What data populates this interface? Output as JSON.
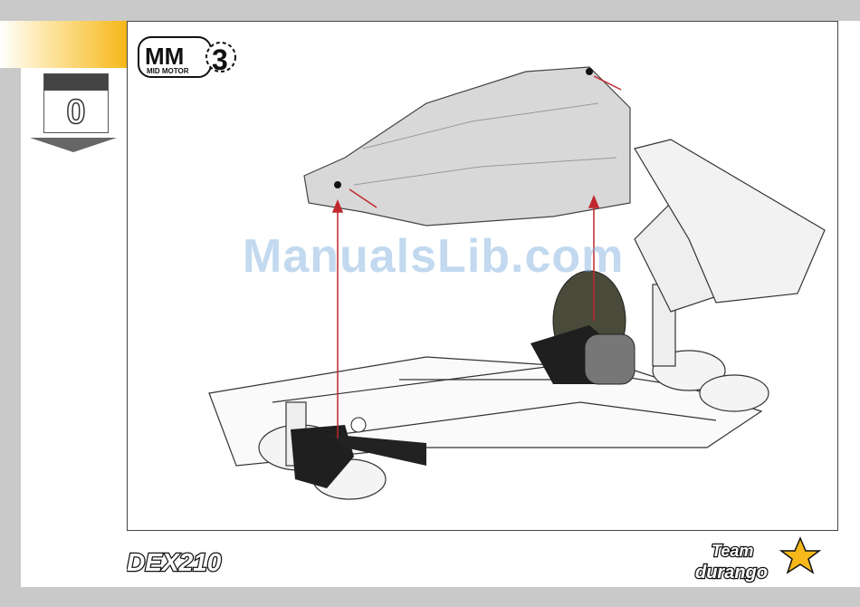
{
  "step": {
    "number": "0"
  },
  "header_logo": {
    "main": "MM",
    "digit": "3",
    "sub": "MID MOTOR"
  },
  "watermark": "ManualsLib.com",
  "footer": {
    "left_logo": "DEX210",
    "right_logo_top": "Team",
    "right_logo_bottom": "durango"
  },
  "colors": {
    "accent": "#f6b81a",
    "border": "#444444",
    "arrow": "#c0282d",
    "body": "#d8d8d8"
  }
}
